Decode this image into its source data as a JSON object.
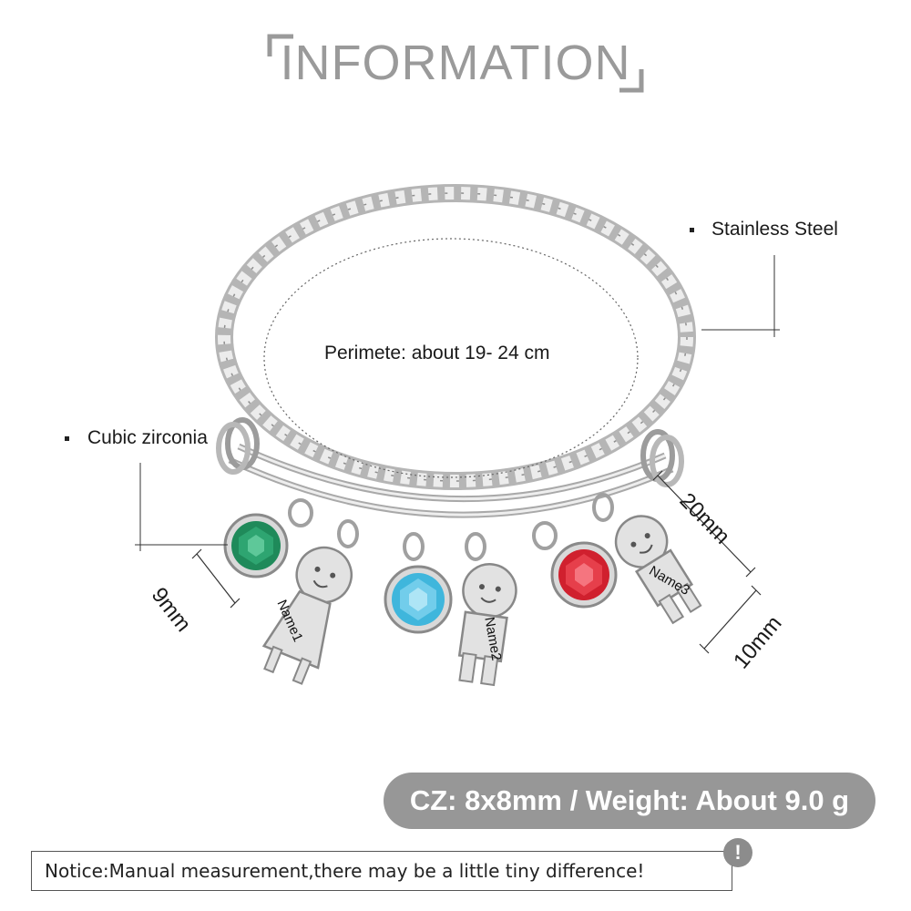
{
  "title": "INFORMATION",
  "labels": {
    "material": "Stainless Steel",
    "stone": "Cubic zirconia",
    "perimeter": "Perimete: about  19- 24 cm"
  },
  "dimensions": {
    "stone_size": "9mm",
    "charm_height": "20mm",
    "charm_width": "10mm"
  },
  "charms": {
    "name1": "Name1",
    "name2": "Name2",
    "name3": "Name3"
  },
  "spec_pill": "CZ: 8x8mm / Weight: About 9.0 g",
  "notice": {
    "text": "Notice:Manual measurement,there may be a little tiny difference!",
    "mark": "!"
  },
  "colors": {
    "title": "#9a9a9a",
    "pill": "#979797",
    "stone_green": "#1f8a5a",
    "stone_blue": "#3fb6dc",
    "stone_red": "#d0202e",
    "steel": "#c9c9c9"
  }
}
